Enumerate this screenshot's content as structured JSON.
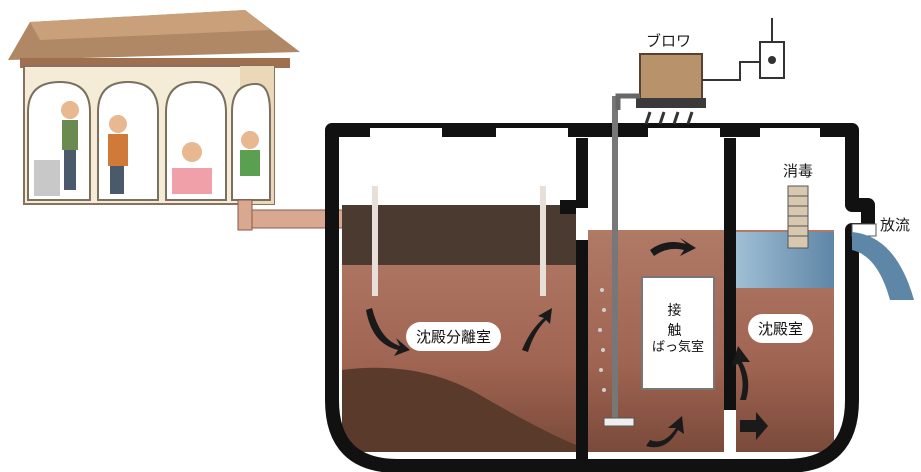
{
  "labels": {
    "blower": "ブロワ",
    "disinfection": "消毒",
    "discharge": "放流",
    "sedimentation_separation_chamber": "沈殿分離室",
    "contact_aeration_line1": "接 触",
    "contact_aeration_line2": "ばっ気室",
    "sedimentation_chamber": "沈殿室"
  },
  "colors": {
    "tank_wall": "#111111",
    "sewage": "#a8705c",
    "sludge": "#7a4a3a",
    "scum": "#4a3a30",
    "clean_water": "#8ab0c8",
    "blower_body": "#b8926a",
    "pipe": "#c89a80"
  },
  "icons": [
    "house-illustration",
    "blower-icon",
    "power-outlet-icon",
    "flow-arrow-icon"
  ]
}
